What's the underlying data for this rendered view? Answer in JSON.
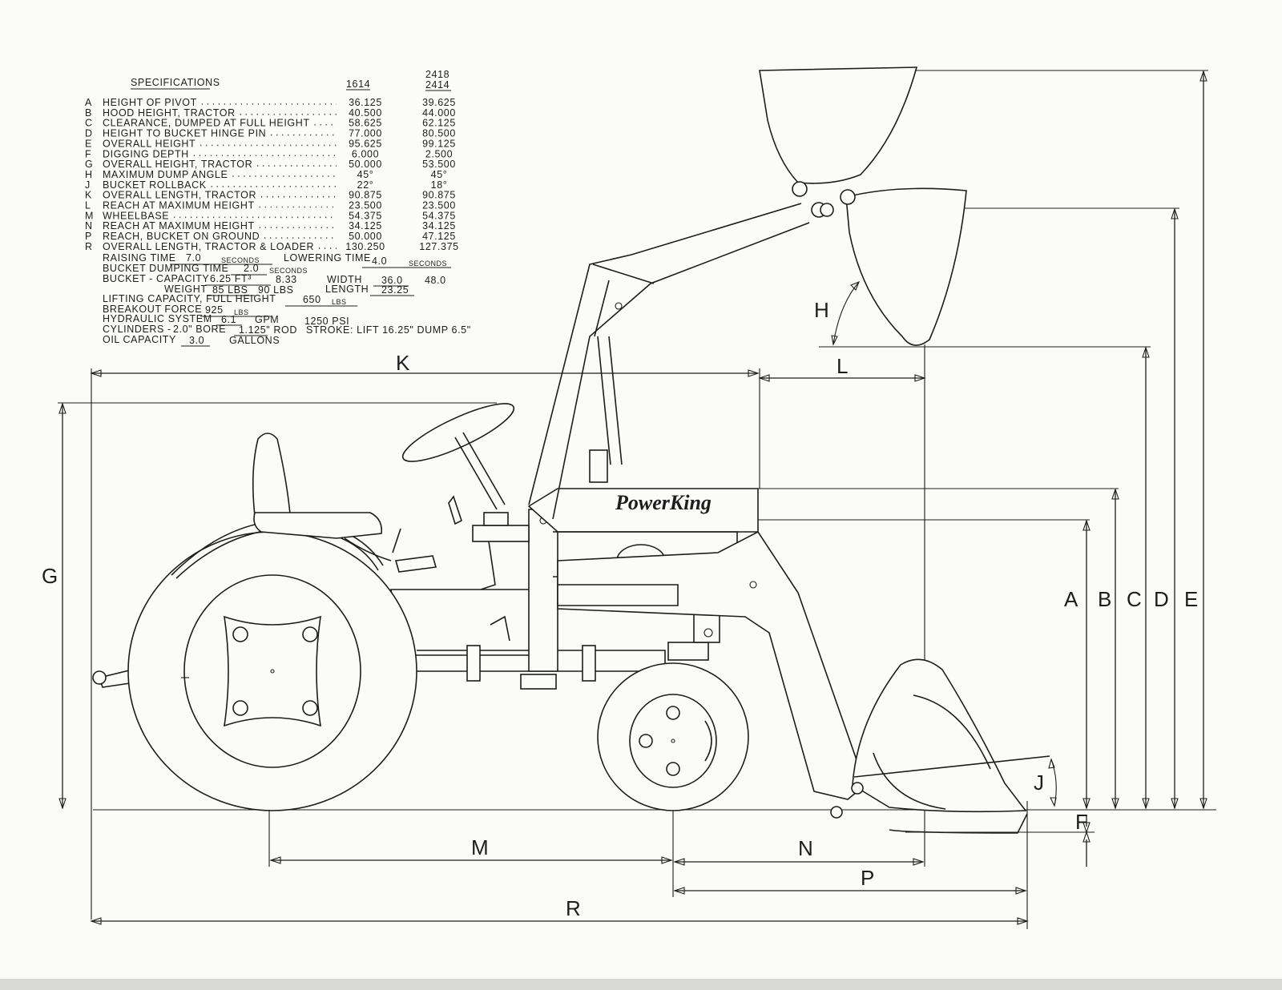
{
  "specs": {
    "heading": "SPECIFICATIONS",
    "model_1": "1614",
    "model_2_top": "2418",
    "model_2_bottom": "2414",
    "rows": [
      {
        "letter": "A",
        "name": "HEIGHT OF PIVOT",
        "v1": "36.125",
        "v2": "39.625"
      },
      {
        "letter": "B",
        "name": "HOOD HEIGHT, TRACTOR",
        "v1": "40.500",
        "v2": "44.000"
      },
      {
        "letter": "C",
        "name": "CLEARANCE, DUMPED AT FULL HEIGHT",
        "v1": "58.625",
        "v2": "62.125"
      },
      {
        "letter": "D",
        "name": "HEIGHT TO BUCKET HINGE PIN",
        "v1": "77.000",
        "v2": "80.500"
      },
      {
        "letter": "E",
        "name": "OVERALL HEIGHT",
        "v1": "95.625",
        "v2": "99.125"
      },
      {
        "letter": "F",
        "name": "DIGGING DEPTH",
        "v1": "6.000",
        "v2": "2.500"
      },
      {
        "letter": "G",
        "name": "OVERALL HEIGHT, TRACTOR",
        "v1": "50.000",
        "v2": "53.500"
      },
      {
        "letter": "H",
        "name": "MAXIMUM DUMP ANGLE",
        "v1": "45°",
        "v2": "45°"
      },
      {
        "letter": "J",
        "name": "BUCKET ROLLBACK",
        "v1": "22°",
        "v2": "18°"
      },
      {
        "letter": "K",
        "name": "OVERALL LENGTH, TRACTOR",
        "v1": "90.875",
        "v2": "90.875"
      },
      {
        "letter": "L",
        "name": "REACH AT MAXIMUM HEIGHT",
        "v1": "23.500",
        "v2": "23.500"
      },
      {
        "letter": "M",
        "name": "WHEELBASE",
        "v1": "54.375",
        "v2": "54.375"
      },
      {
        "letter": "N",
        "name": "REACH AT MAXIMUM HEIGHT",
        "v1": "34.125",
        "v2": "34.125"
      },
      {
        "letter": "P",
        "name": "REACH, BUCKET ON GROUND",
        "v1": "50.000",
        "v2": "47.125"
      },
      {
        "letter": "R",
        "name": "OVERALL LENGTH, TRACTOR & LOADER",
        "v1": "130.250",
        "v2": "127.375"
      }
    ],
    "raising_label": "RAISING TIME",
    "raising_value": "7.0",
    "seconds": "SECONDS",
    "lowering_label": "LOWERING TIME",
    "lowering_value": "4.0",
    "dumping_label": "BUCKET DUMPING TIME",
    "dumping_value": "2.0",
    "capacity_label": "BUCKET - CAPACITY",
    "capacity_value": "6.25 FT³",
    "capacity_value_2": "8.33",
    "width_label": "WIDTH",
    "width_value": "36.0",
    "width_value_2": "48.0",
    "weight_label": "WEIGHT",
    "weight_value": "85 LBS",
    "weight_value_2": "90 LBS",
    "length_label": "LENGTH",
    "length_value": "23.25",
    "lifting_label": "LIFTING CAPACITY, FULL HEIGHT",
    "lifting_value": "650",
    "lbs": "LBS",
    "breakout_label": "BREAKOUT FORCE",
    "breakout_value": "925",
    "hydraulic_label": "HYDRAULIC SYSTEM",
    "hydraulic_gpm": "6.1",
    "gpm": "GPM",
    "hydraulic_psi": "1250 PSI",
    "cylinders_label": "CYLINDERS -",
    "bore": "2.0\" BORE",
    "rod": "1.125\" ROD",
    "stroke": "STROKE: LIFT 16.25\" DUMP 6.5\"",
    "oil_label": "OIL CAPACITY",
    "oil_value": "3.0",
    "gallons": "GALLONS"
  },
  "brand": "PowerKing",
  "dimensions": {
    "A": "A",
    "B": "B",
    "C": "C",
    "D": "D",
    "E": "E",
    "F": "F",
    "G": "G",
    "H": "H",
    "J": "J",
    "K": "K",
    "L": "L",
    "M": "M",
    "N": "N",
    "P": "P",
    "R": "R"
  }
}
